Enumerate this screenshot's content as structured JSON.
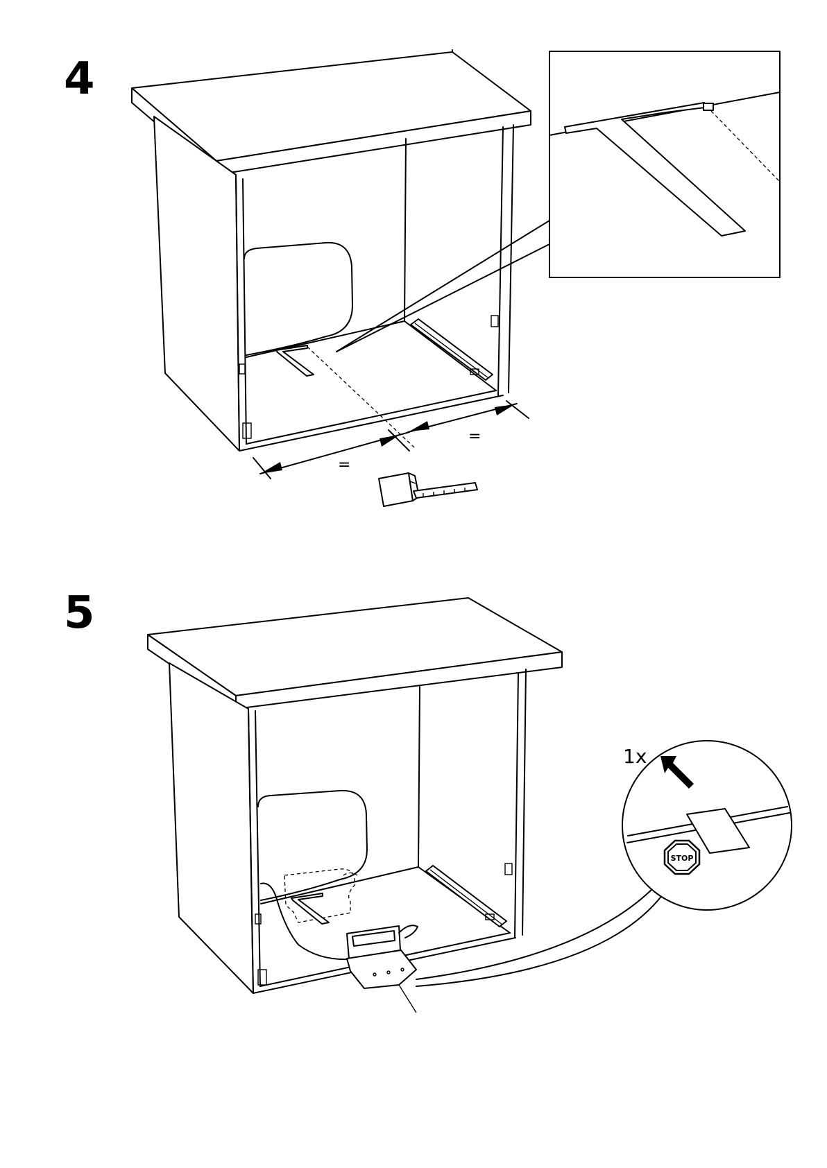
{
  "steps": [
    {
      "number": "4",
      "equal_left": "=",
      "equal_right": "="
    },
    {
      "number": "5",
      "quantity": "1x",
      "stop_label": "STOP"
    }
  ],
  "colors": {
    "line": "#000000",
    "background": "#ffffff"
  },
  "icons": [
    "tape-measure-icon",
    "stop-sign-icon",
    "arrow-up-left-icon",
    "dimension-arrow-icon"
  ]
}
